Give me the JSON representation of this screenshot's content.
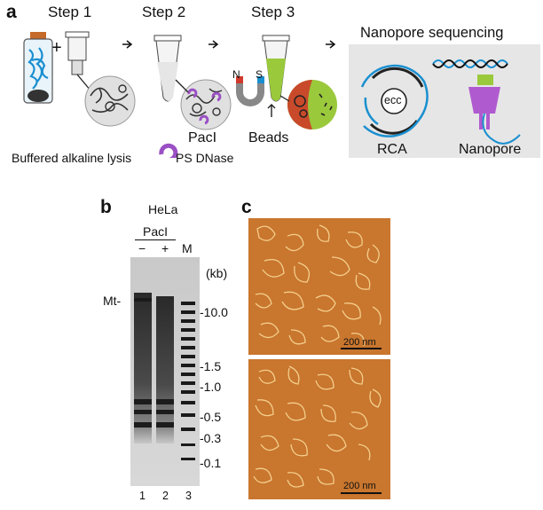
{
  "panel_a": {
    "letter": "a",
    "steps": [
      "Step 1",
      "Step 2",
      "Step 3"
    ],
    "plus": "+",
    "magnet_n": "N",
    "magnet_s": "S",
    "enzyme_label": "PacI",
    "beads_label": "Beads",
    "lysis_label": "Buffered alkaline lysis",
    "dnase_label": "PS DNase",
    "sequencing_title": "Nanopore sequencing",
    "ecc_label": "ecc",
    "rca_label": "RCA",
    "nanopore_label": "Nanopore",
    "colors": {
      "blue": "#1a8fd0",
      "green": "#9ac93c",
      "purple": "#9b4fc4",
      "red": "#d0392b",
      "panel_bg": "#e6e6e6"
    }
  },
  "panel_b": {
    "letter": "b",
    "cell_line": "HeLa",
    "enzyme": "PacI",
    "lane_signs": [
      "−",
      "+"
    ],
    "marker_label": "M",
    "unit_label": "(kb)",
    "mt_label": "Mt-",
    "size_ticks": [
      "-10.0",
      "-1.5",
      "-1.0",
      "-0.5",
      "-0.3",
      "-0.1"
    ],
    "lane_numbers": [
      "1",
      "2",
      "3"
    ]
  },
  "panel_c": {
    "letter": "c",
    "scale_labels": [
      "200 nm",
      "200 nm"
    ],
    "colors": {
      "background": "#c9762e",
      "strands": "#f3cf8c"
    }
  }
}
